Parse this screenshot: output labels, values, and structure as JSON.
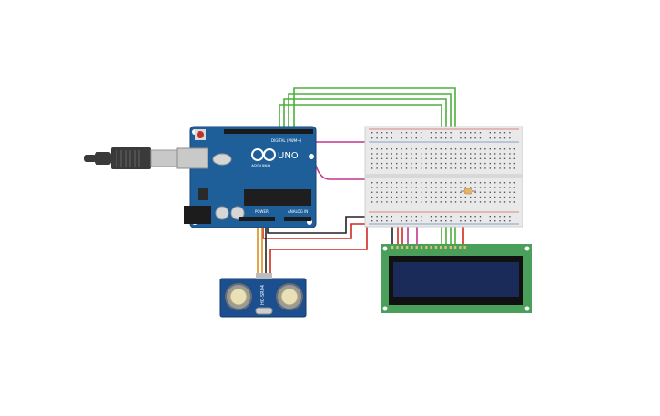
{
  "arduino": {
    "model_label": "UNO",
    "brand_label": "ARDUINO",
    "digital_label": "DIGITAL (PWM~)",
    "power_label": "POWER",
    "analog_label": "ANALOG IN",
    "color": "#1f5f99"
  },
  "usb": {
    "color": "#3a3a3a"
  },
  "sensor": {
    "label": "HC-SR04",
    "color": "#1b4f8f"
  },
  "breadboard": {
    "color": "#e9e9e9"
  },
  "lcd": {
    "pcb_color": "#4aa05a",
    "screen_color": "#1b2b59"
  },
  "wires": {
    "green": "#4caf3b",
    "magenta": "#c2358f",
    "red": "#d0291e",
    "black": "#222222",
    "orange": "#e08a1e"
  }
}
